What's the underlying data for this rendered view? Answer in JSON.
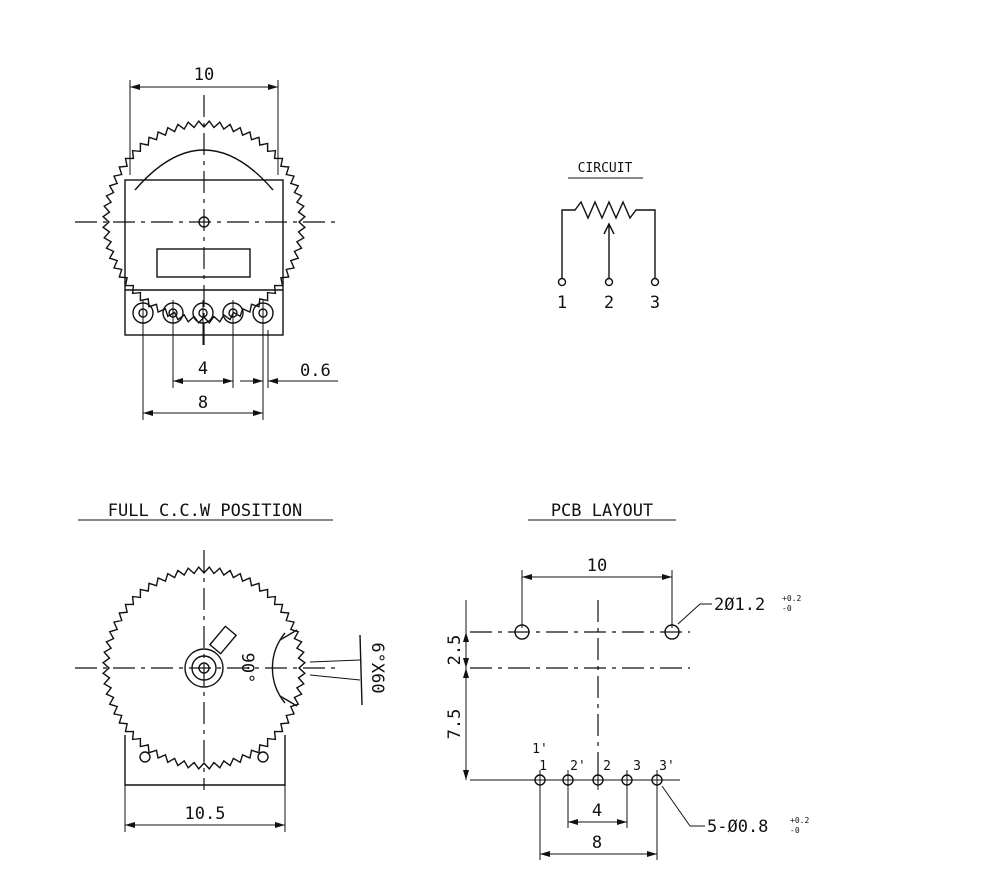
{
  "top_view": {
    "dim_width": "10",
    "dim_pitch": "4",
    "dim_pin": "0.6",
    "dim_span": "8"
  },
  "circuit": {
    "title": "CIRCUIT",
    "pins": [
      "1",
      "2",
      "3"
    ]
  },
  "ccw_view": {
    "title": "FULL C.C.W POSITION",
    "angle": "90°",
    "teeth": "6°X60",
    "dim_width": "10.5"
  },
  "pcb": {
    "title": "PCB LAYOUT",
    "dim_width": "10",
    "dim_v1": "2.5",
    "dim_v2": "7.5",
    "dim_pitch": "4",
    "dim_span": "8",
    "hole_large": "2Ø1.2",
    "hole_large_tol_plus": "+0.2",
    "hole_large_tol_minus": "-0",
    "hole_small": "5-Ø0.8",
    "hole_small_tol_plus": "+0.2",
    "hole_small_tol_minus": "-0",
    "pin_labels": [
      "1'",
      "1",
      "2'",
      "2",
      "3",
      "3'"
    ]
  }
}
